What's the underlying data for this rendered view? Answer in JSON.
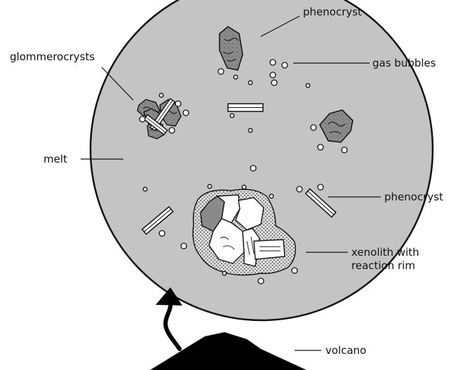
{
  "labels": {
    "phenocryst_top": "phenocryst",
    "gas_bubbles": "gas bubbles",
    "glommerocrysts": "glommerocrysts",
    "melt": "melt",
    "phenocryst_right": "phenocryst",
    "xenolith_line1": "xenolith with",
    "xenolith_line2": "reaction rim",
    "volcano": "volcano"
  },
  "colors": {
    "melt": "#c4c4c4",
    "outline": "#111111",
    "crystal_dark": "#8a8a8a",
    "xenolith_light": "#ffffff",
    "rim": "#d8d8d8",
    "volcano": "#000000"
  }
}
